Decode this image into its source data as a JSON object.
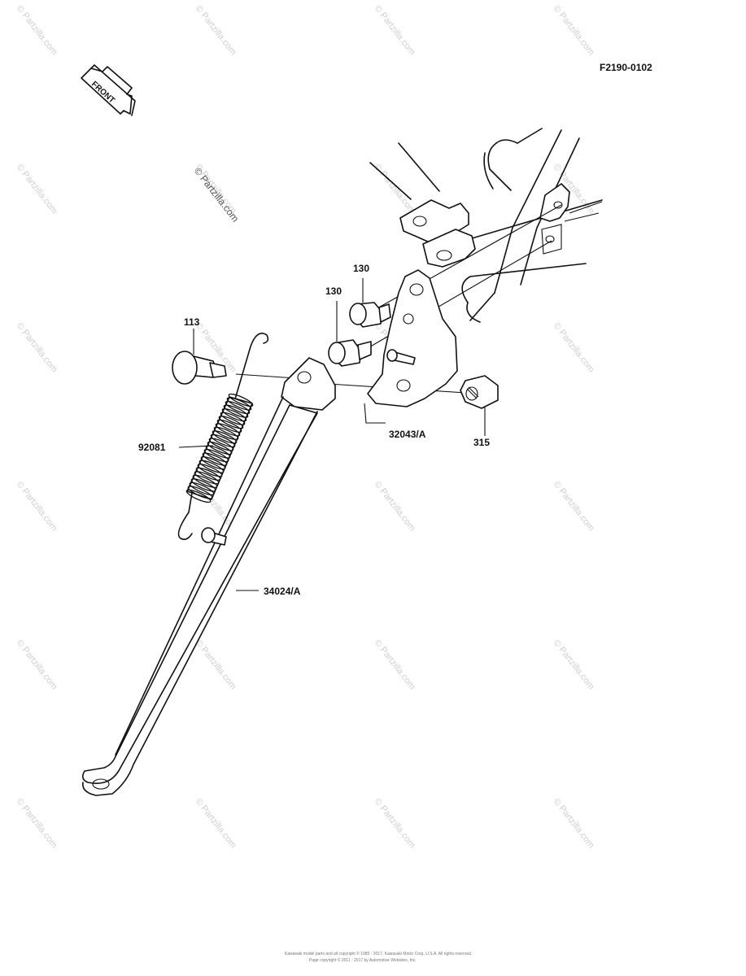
{
  "figure_code": "F2190-0102",
  "front_arrow_text": "FRONT",
  "watermark_text": "© Partzilla.com",
  "parts": [
    {
      "id": "p113",
      "number": "113"
    },
    {
      "id": "p92081",
      "number": "92081"
    },
    {
      "id": "p130a",
      "number": "130"
    },
    {
      "id": "p130b",
      "number": "130"
    },
    {
      "id": "p32043",
      "number": "32043/A"
    },
    {
      "id": "p315",
      "number": "315"
    },
    {
      "id": "p34024",
      "number": "34024/A"
    }
  ],
  "footer": {
    "line1": "Kawasaki model parts and all copyright © 1985 - 2017, Kawasaki Motor Corp, U.S.A. All rights reserved.",
    "line2": "Page copyright © 2011 - 2017 by Automotive Websites, Inc."
  }
}
